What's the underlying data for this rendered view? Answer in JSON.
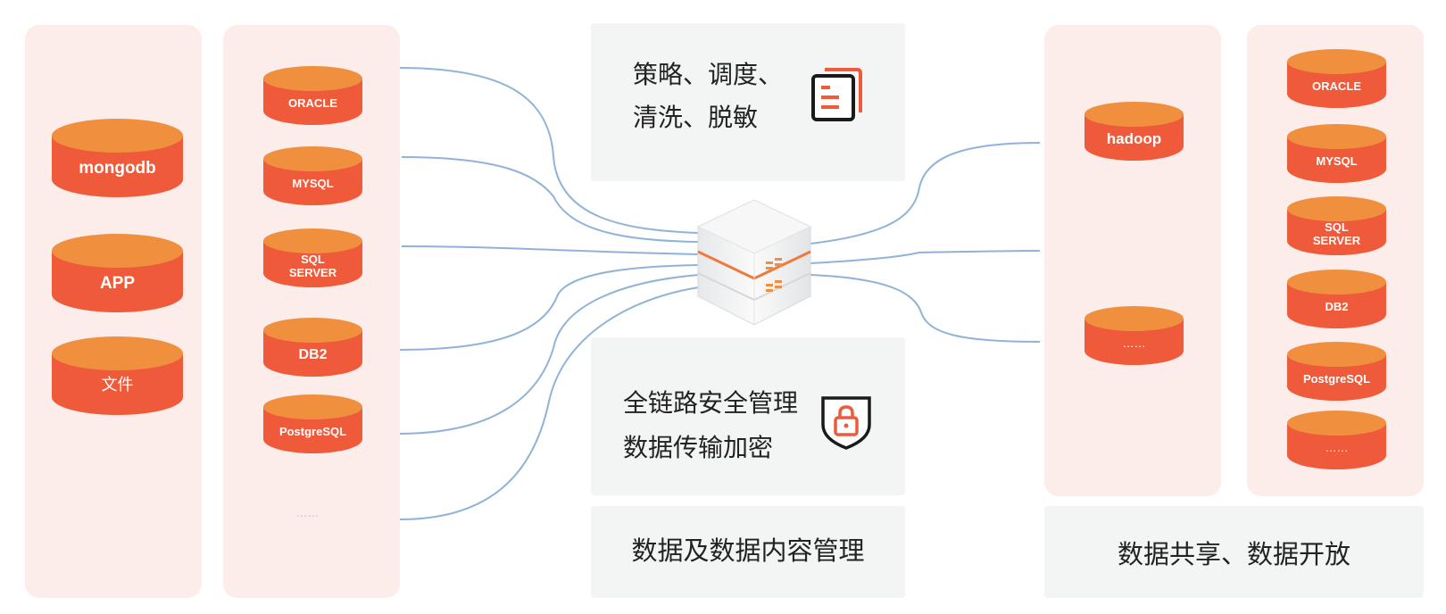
{
  "left_sources": {
    "column1": [
      "mongodb",
      "APP",
      "文件"
    ],
    "column2": [
      "ORACLE",
      "MYSQL",
      "SQL SERVER",
      "DB2",
      "PostgreSQL"
    ],
    "column2_more": "……"
  },
  "center": {
    "strategy_line1": "策略、调度、",
    "strategy_line2": "清洗、脱敏",
    "security_line1": "全链路安全管理",
    "security_line2": "数据传输加密",
    "management": "数据及数据内容管理"
  },
  "right_targets": {
    "column1": [
      "hadoop",
      "……"
    ],
    "column2": [
      "ORACLE",
      "MYSQL",
      "SQL SERVER",
      "DB2",
      "PostgreSQL",
      "……"
    ],
    "sharing": "数据共享、数据开放"
  },
  "icons": {
    "document": "document-icon",
    "shield": "shield-lock-icon",
    "server": "server-icon"
  },
  "colors": {
    "accent": "#ee5a3a",
    "accent_top": "#f0903f",
    "panel_pink": "#fcecea",
    "panel_gray": "#f3f4f4",
    "link_line": "#8fb3d9"
  }
}
